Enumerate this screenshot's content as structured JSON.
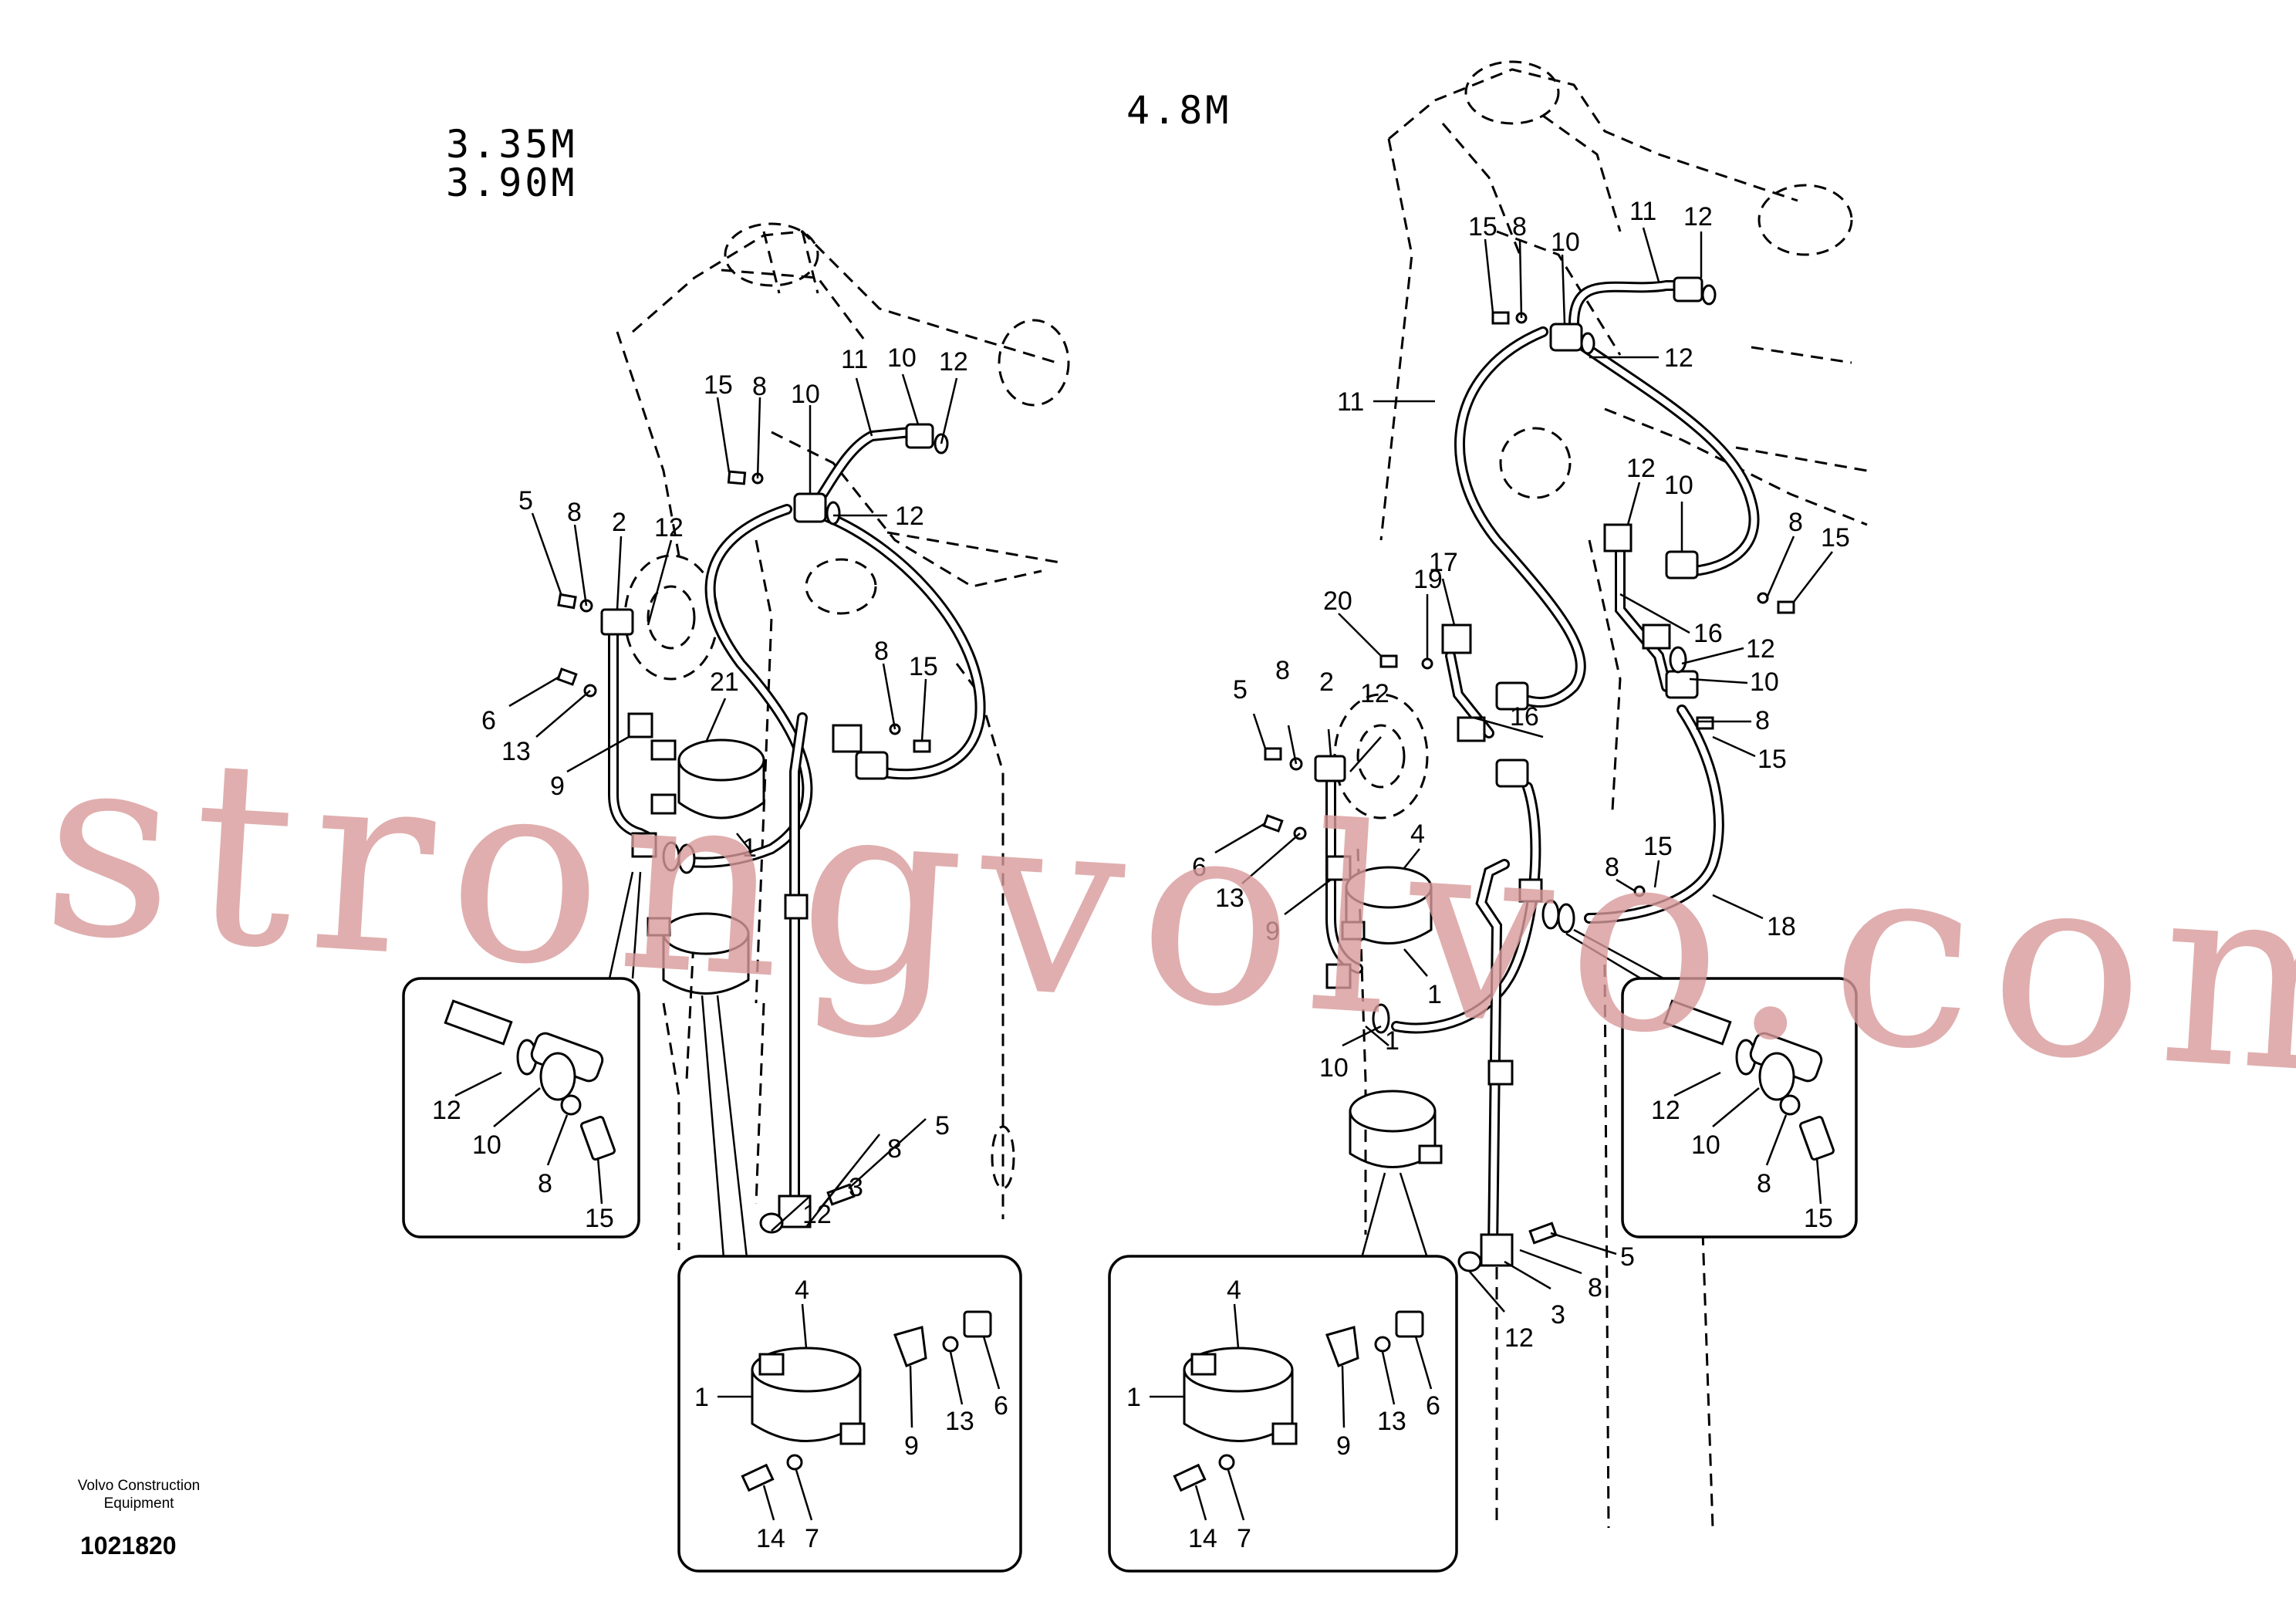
{
  "variants": {
    "left_line1": "3.35M",
    "left_line2": "3.90M",
    "right": "4.8M"
  },
  "watermark": "strongvolvo.com",
  "publisher": {
    "line1": "Volvo Construction",
    "line2": "Equipment"
  },
  "document_number": "1021820",
  "callouts": {
    "left_main": [
      "15",
      "8",
      "10",
      "11",
      "10",
      "12",
      "12",
      "5",
      "8",
      "2",
      "12",
      "6",
      "13",
      "9",
      "21",
      "1",
      "8",
      "15",
      "5",
      "8",
      "3",
      "12"
    ],
    "left_detail_fitting": [
      "12",
      "10",
      "8",
      "15"
    ],
    "left_detail_clamp": [
      "4",
      "1",
      "9",
      "13",
      "6",
      "14",
      "7"
    ],
    "right_main": [
      "15",
      "8",
      "10",
      "11",
      "12",
      "12",
      "11",
      "12",
      "10",
      "8",
      "15",
      "20",
      "19",
      "17",
      "16",
      "12",
      "10",
      "8",
      "15",
      "5",
      "8",
      "2",
      "12",
      "16",
      "6",
      "13",
      "4",
      "9",
      "1",
      "8",
      "15",
      "18",
      "1",
      "10",
      "5",
      "8",
      "12",
      "3"
    ],
    "right_detail_fitting": [
      "12",
      "10",
      "8",
      "15"
    ],
    "right_detail_clamp": [
      "4",
      "1",
      "9",
      "13",
      "6",
      "14",
      "7"
    ]
  }
}
